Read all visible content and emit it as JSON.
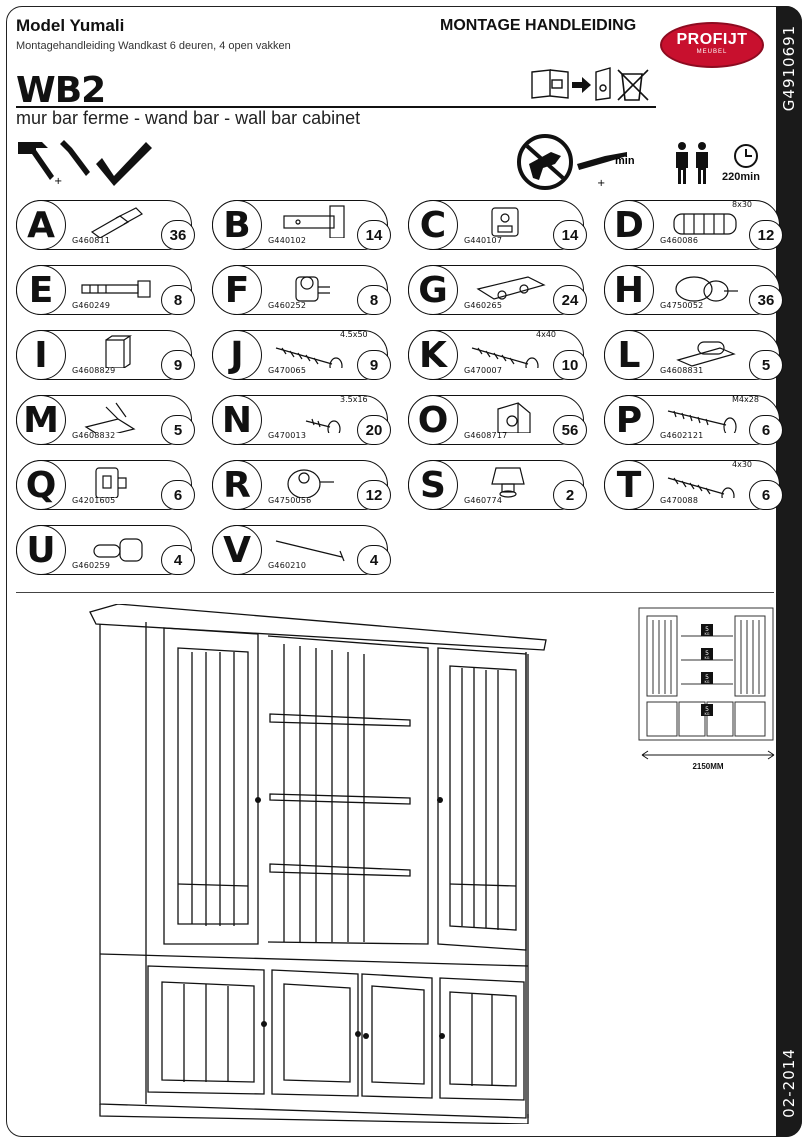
{
  "header": {
    "model": "Model Yumali",
    "subtitle": "Montagehandleiding Wandkast 6 deuren, 4 open vakken",
    "manual_title": "MONTAGE HANDLEIDING",
    "product_code": "WB2",
    "description": "mur bar ferme - wand bar - wall bar cabinet"
  },
  "brand": {
    "name": "PROFIJT",
    "tagline": "MEUBEL",
    "color": "#c8102e"
  },
  "sidebar": {
    "code": "G4910691",
    "date": "02-2014"
  },
  "assembly": {
    "time": "220min"
  },
  "parts": [
    {
      "letter": "A",
      "code": "G460811",
      "qty": "36",
      "size": "",
      "icon": "dowel-icon"
    },
    {
      "letter": "B",
      "code": "G440102",
      "qty": "14",
      "size": "",
      "icon": "hinge-plate-icon"
    },
    {
      "letter": "C",
      "code": "G440107",
      "qty": "14",
      "size": "",
      "icon": "hinge-icon"
    },
    {
      "letter": "D",
      "code": "G460086",
      "qty": "12",
      "size": "8x30",
      "icon": "wood-dowel-icon"
    },
    {
      "letter": "E",
      "code": "G460249",
      "qty": "8",
      "size": "",
      "icon": "connector-bolt-icon"
    },
    {
      "letter": "F",
      "code": "G460252",
      "qty": "8",
      "size": "",
      "icon": "cam-lock-icon"
    },
    {
      "letter": "G",
      "code": "G460265",
      "qty": "24",
      "size": "",
      "icon": "connector-clip-icon"
    },
    {
      "letter": "H",
      "code": "G4750052",
      "qty": "36",
      "size": "",
      "icon": "plastic-dowel-icon"
    },
    {
      "letter": "I",
      "code": "G4608829",
      "qty": "9",
      "size": "",
      "icon": "bracket-cap-icon"
    },
    {
      "letter": "J",
      "code": "G470065",
      "qty": "9",
      "size": "4.5x50",
      "icon": "screw-icon"
    },
    {
      "letter": "K",
      "code": "G470007",
      "qty": "10",
      "size": "4x40",
      "icon": "screw-icon"
    },
    {
      "letter": "L",
      "code": "G4608831",
      "qty": "5",
      "size": "",
      "icon": "magnet-catch-icon"
    },
    {
      "letter": "M",
      "code": "G4608832",
      "qty": "5",
      "size": "",
      "icon": "catch-plate-icon"
    },
    {
      "letter": "N",
      "code": "G470013",
      "qty": "20",
      "size": "3.5x16",
      "icon": "short-screw-icon"
    },
    {
      "letter": "O",
      "code": "G4608717",
      "qty": "56",
      "size": "",
      "icon": "shelf-support-icon"
    },
    {
      "letter": "P",
      "code": "G4602121",
      "qty": "6",
      "size": "M4x28",
      "icon": "machine-screw-icon"
    },
    {
      "letter": "Q",
      "code": "G4201605",
      "qty": "6",
      "size": "",
      "icon": "lock-plate-icon"
    },
    {
      "letter": "R",
      "code": "G4750056",
      "qty": "12",
      "size": "",
      "icon": "cam-fitting-icon"
    },
    {
      "letter": "S",
      "code": "G460774",
      "qty": "2",
      "size": "",
      "icon": "leveler-icon"
    },
    {
      "letter": "T",
      "code": "G470088",
      "qty": "6",
      "size": "4x30",
      "icon": "screw-icon"
    },
    {
      "letter": "U",
      "code": "G460259",
      "qty": "4",
      "size": "",
      "icon": "shelf-pin-icon"
    },
    {
      "letter": "V",
      "code": "G460210",
      "qty": "4",
      "size": "",
      "icon": "nail-icon"
    }
  ],
  "thumbnail": {
    "dimension": "2150MM",
    "weight_label": "5",
    "weight_unit": "KG"
  }
}
